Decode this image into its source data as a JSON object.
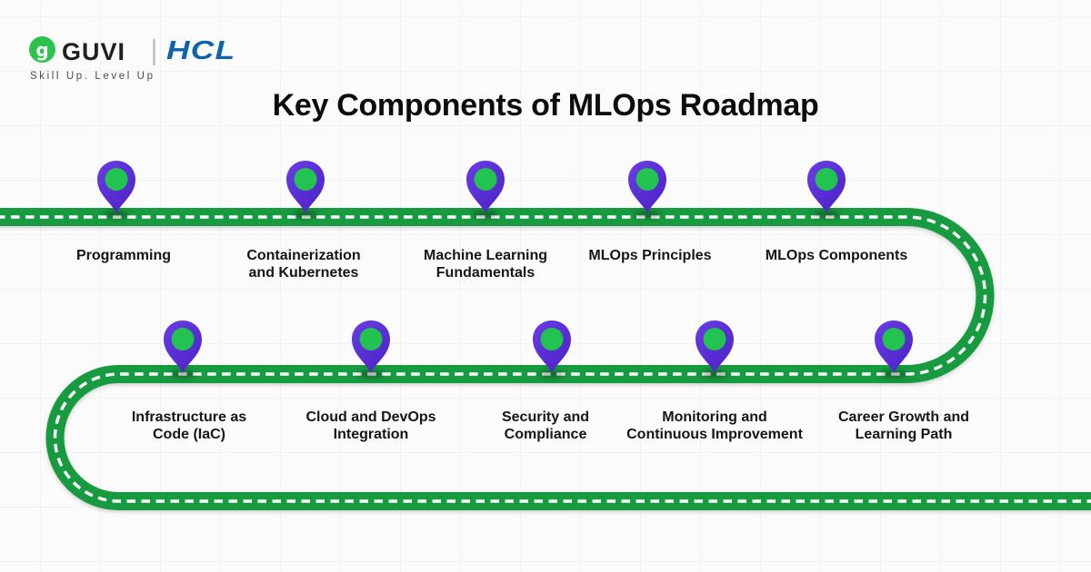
{
  "header": {
    "logo_glyph": "g",
    "brand_guvi": "GUVI",
    "brand_hcl": "HCL",
    "tagline": "Skill Up. Level Up"
  },
  "title": "Key Components of MLOps Roadmap",
  "colors": {
    "road_green": "#179a40",
    "dash_white": "#ffffff",
    "pin_purple": "#5b2fd4",
    "pin_inner_green": "#22c351",
    "guvi_logo_green": "#2bc24e",
    "hcl_blue": "#0f62ac",
    "title_black": "#0d0d0d"
  },
  "roadmap": {
    "top_row": [
      {
        "label": "Programming",
        "lines": [
          "Programming"
        ]
      },
      {
        "label": "Containerization and Kubernetes",
        "lines": [
          "Containerization",
          "and Kubernetes"
        ]
      },
      {
        "label": "Machine Learning Fundamentals",
        "lines": [
          "Machine Learning",
          "Fundamentals"
        ]
      },
      {
        "label": "MLOps Principles",
        "lines": [
          "MLOps Principles"
        ]
      },
      {
        "label": "MLOps Components",
        "lines": [
          "MLOps Components"
        ]
      }
    ],
    "bottom_row": [
      {
        "label": "Infrastructure as Code (IaC)",
        "lines": [
          "Infrastructure as",
          "Code (IaC)"
        ]
      },
      {
        "label": "Cloud and DevOps Integration",
        "lines": [
          "Cloud and DevOps",
          "Integration"
        ]
      },
      {
        "label": "Security and Compliance",
        "lines": [
          "Security and",
          "Compliance"
        ]
      },
      {
        "label": "Monitoring and Continuous Improvement",
        "lines": [
          "Monitoring and",
          "Continuous Improvement"
        ]
      },
      {
        "label": "Career Growth and Learning Path",
        "lines": [
          "Career Growth and",
          "Learning Path"
        ]
      }
    ]
  }
}
